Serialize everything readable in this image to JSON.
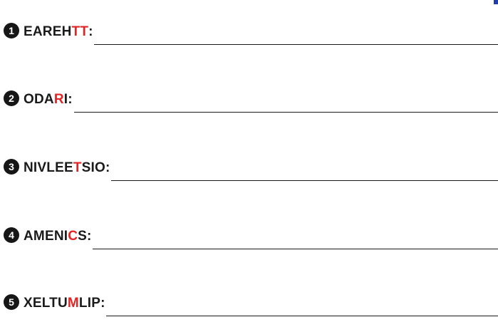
{
  "items": [
    {
      "number": "1",
      "before": "EAREH",
      "highlight": "TT",
      "after": "",
      "colon": ":"
    },
    {
      "number": "2",
      "before": "ODA",
      "highlight": "R",
      "after": "I",
      "colon": ":"
    },
    {
      "number": "3",
      "before": "NIVLEE",
      "highlight": "T",
      "after": "SIO",
      "colon": ":"
    },
    {
      "number": "4",
      "before": "AMENI",
      "highlight": "C",
      "after": "S",
      "colon": ":"
    },
    {
      "number": "5",
      "before": "XELTU",
      "highlight": "M",
      "after": "LIP",
      "colon": ":"
    }
  ],
  "colors": {
    "text": "#1a1a1a",
    "highlight": "#e32424",
    "badge": "#161616",
    "corner_mark": "#1f3fa8"
  }
}
